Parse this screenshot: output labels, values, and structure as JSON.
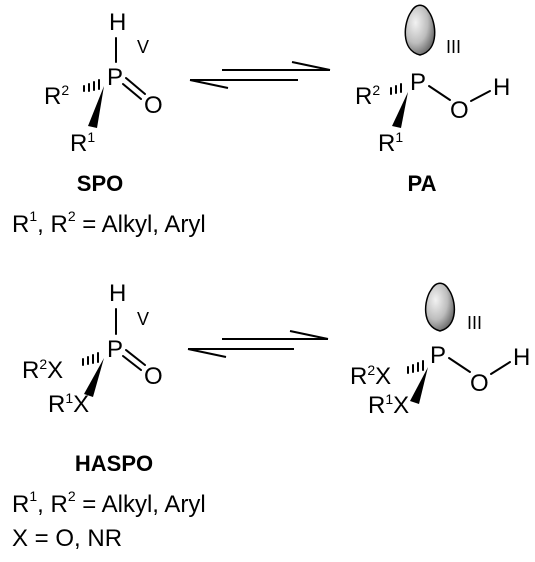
{
  "scheme1": {
    "left": {
      "h": "H",
      "ox": "V",
      "p": "P",
      "o": "O",
      "r2": "R",
      "r2_sup": "2",
      "r1": "R",
      "r1_sup": "1",
      "label": "SPO"
    },
    "right": {
      "ox": "III",
      "p": "P",
      "o": "O",
      "h": "H",
      "r2": "R",
      "r2_sup": "2",
      "r1": "R",
      "r1_sup": "1",
      "label": "PA"
    },
    "subs": {
      "r1": "R",
      "r1_sup": "1",
      "sep": ", R",
      "r2_sup": "2",
      "rest": " = Alkyl, Aryl"
    }
  },
  "scheme2": {
    "left": {
      "h": "H",
      "ox": "V",
      "p": "P",
      "o": "O",
      "r2": "R",
      "r2_sup": "2",
      "r2_x": "X",
      "r1": "R",
      "r1_sup": "1",
      "r1_x": "X",
      "label": "HASPO"
    },
    "right": {
      "ox": "III",
      "p": "P",
      "o": "O",
      "h": "H",
      "r2": "R",
      "r2_sup": "2",
      "r2_x": "X",
      "r1": "R",
      "r1_sup": "1",
      "r1_x": "X"
    },
    "subs": {
      "r1": "R",
      "r1_sup": "1",
      "sep": ", R",
      "r2_sup": "2",
      "rest": " = Alkyl, Aryl",
      "x_line": "X = O, NR"
    }
  },
  "colors": {
    "lone_pair_light": "#f2f2f2",
    "lone_pair_dark": "#5a5a5a"
  }
}
